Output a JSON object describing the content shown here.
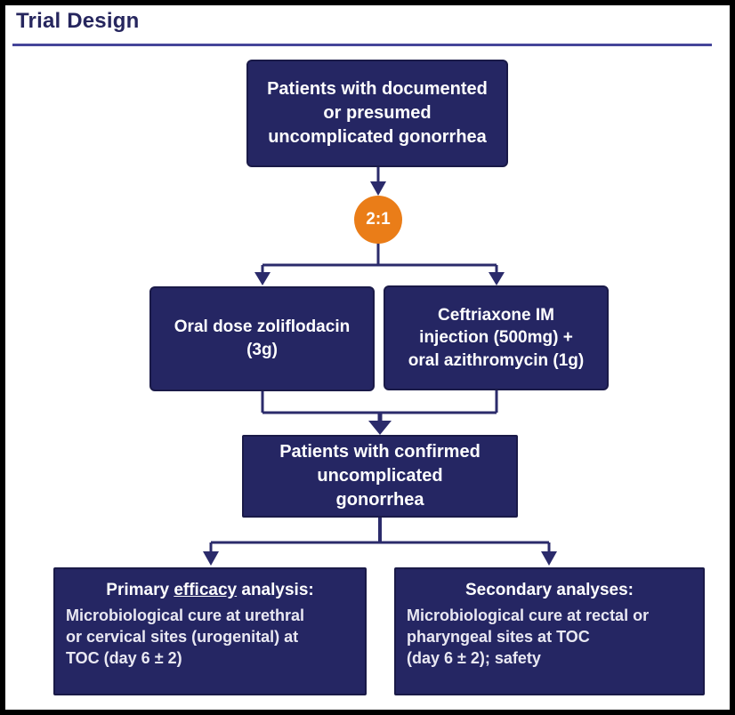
{
  "title": "Trial Design",
  "colors": {
    "box_fill": "#252663",
    "box_border": "#1a1a48",
    "connector_line": "#2b2b6b",
    "ratio_circle": "#ea7d18",
    "title_text": "#26265e",
    "title_rule": "#45459a",
    "box_text": "#ffffff",
    "outer_border": "#000000",
    "background": "#ffffff"
  },
  "flow": {
    "documented": "Patients with documented\nor presumed\nuncomplicated gonorrhea",
    "ratio": "2:1",
    "zoliflodacin": "Oral dose zoliflodacin\n(3g)",
    "ceftriaxone": "Ceftriaxone IM\ninjection (500mg) +\noral azithromycin (1g)",
    "confirmed": "Patients with confirmed\nuncomplicated\ngonorrhea",
    "primary": {
      "heading_pre": "Primary ",
      "heading_underlined": "efficacy",
      "heading_post": " analysis:",
      "body": "Microbiological cure at urethral\nor cervical sites (urogenital) at\nTOC (day 6 ± 2)"
    },
    "secondary": {
      "heading": "Secondary analyses:",
      "body": "Microbiological cure at rectal or\npharyngeal sites at TOC\n(day 6 ± 2); safety"
    }
  }
}
